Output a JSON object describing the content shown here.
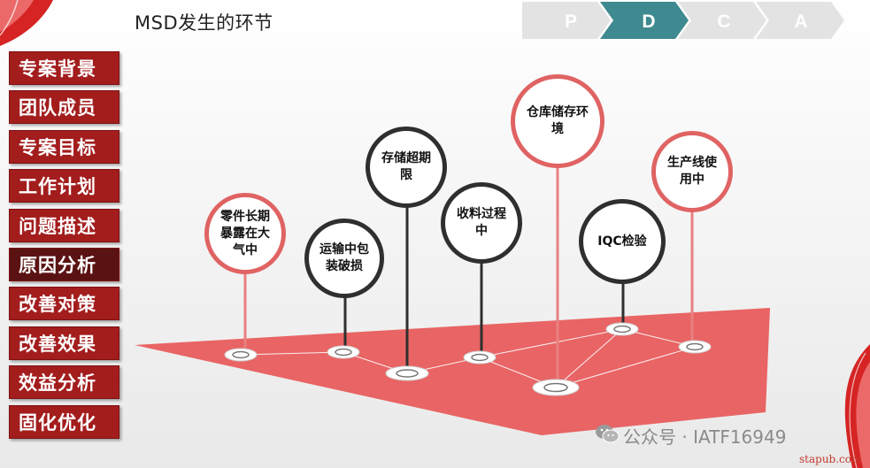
{
  "title": "MSD发生的环节",
  "pdca": {
    "steps": [
      "P",
      "D",
      "C",
      "A"
    ],
    "active": "D",
    "active_color": "#3f8a90",
    "inactive_color": "#e3e3e3"
  },
  "sidebar": {
    "items": [
      "专案背景",
      "团队成员",
      "专案目标",
      "工作计划",
      "问题描述",
      "原因分析",
      "改善对策",
      "改善效果",
      "效益分析",
      "固化优化"
    ],
    "active_index": 5,
    "color": "#a31d1d",
    "active_color": "#5b1212"
  },
  "diagram": {
    "plane_color": "#e96464",
    "nodes": [
      {
        "label": "零件长期暴露在大气中",
        "style": "red"
      },
      {
        "label": "运输中包装破损",
        "style": "dark"
      },
      {
        "label": "存储超期限",
        "style": "dark"
      },
      {
        "label": "收料过程中",
        "style": "dark"
      },
      {
        "label": "仓库储存环境",
        "style": "red"
      },
      {
        "label": "IQC检验",
        "style": "dark"
      },
      {
        "label": "生产线使用中",
        "style": "red"
      }
    ]
  },
  "watermark": {
    "text": "公众号 · IATF16949",
    "icon": "wechat-icon"
  },
  "site": "stapub.com"
}
